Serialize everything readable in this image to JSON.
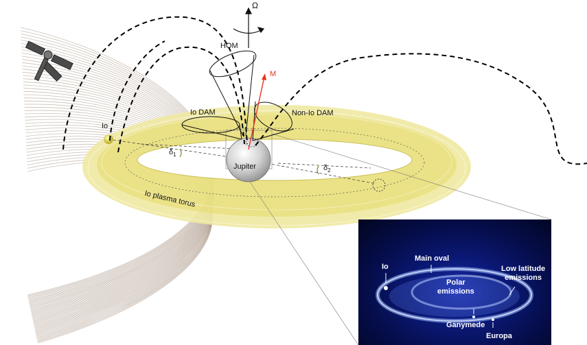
{
  "labels": {
    "omega": "Ω",
    "hom": "HOM",
    "m": "M",
    "io_dam": "Io DAM",
    "non_io_dam": "Non-Io DAM",
    "io": "Io",
    "jupiter": "Jupiter",
    "delta1": "δ",
    "delta1_sub": "1",
    "delta2": "δ",
    "delta2_sub": "2",
    "torus": "Io plasma torus"
  },
  "inset": {
    "io": "Io",
    "main_oval": "Main oval",
    "polar_line1": "Polar",
    "polar_line2": "emissions",
    "low_lat_line1": "Low latitude",
    "low_lat_line2": "emissions",
    "ganymede": "Ganymede",
    "europa": "Europa"
  },
  "colors": {
    "torus": "#e9e07a",
    "field_lines": "#a08a78",
    "magnetic_axis": "#e8321e",
    "inset_background": "#0b1a7a",
    "aurora": "#8fb4ff"
  }
}
